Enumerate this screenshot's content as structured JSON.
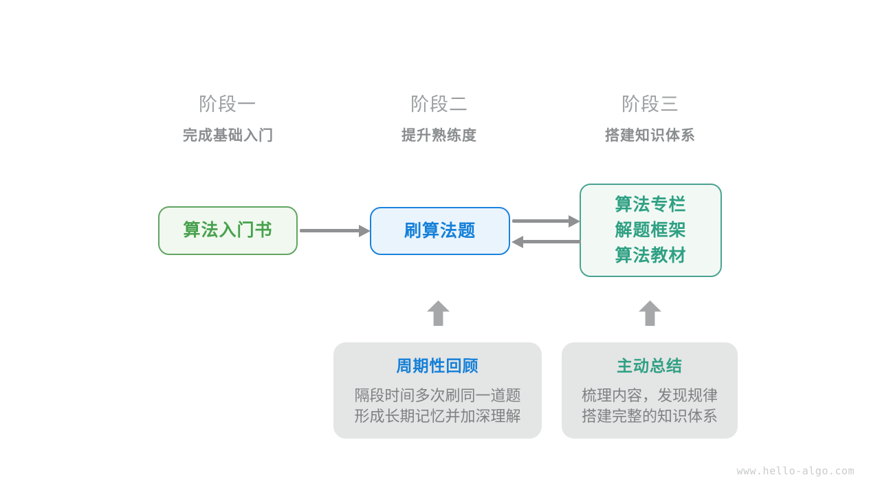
{
  "stages": [
    {
      "label": "阶段一",
      "subtitle": "完成基础入门"
    },
    {
      "label": "阶段二",
      "subtitle": "提升熟练度"
    },
    {
      "label": "阶段三",
      "subtitle": "搭建知识体系"
    }
  ],
  "nodes": [
    {
      "id": "algorithm-intro-book",
      "lines": [
        "算法入门书"
      ],
      "border": "#61a461",
      "text_color": "#47a14d",
      "bg": "#f1f8ef"
    },
    {
      "id": "practice-problems",
      "lines": [
        "刷算法题"
      ],
      "border": "#1b82dc",
      "text_color": "#1580d8",
      "bg": "#eaf4fd"
    },
    {
      "id": "knowledge-resources",
      "lines": [
        "算法专栏",
        "解题框架",
        "算法教材"
      ],
      "border": "#4aa290",
      "text_color": "#2fa083",
      "bg": "#f2f9f5"
    }
  ],
  "arrows": {
    "book_to_practice": "right",
    "practice_to_resources": "right",
    "resources_to_practice": "left",
    "line_color": "#8f9193",
    "up_arrow_color": "#a5a7a9"
  },
  "callouts": [
    {
      "title": "周期性回顾",
      "title_color": "#1580d8",
      "body_line1": "隔段时间多次刷同一道题",
      "body_line2": "形成长期记忆并加深理解"
    },
    {
      "title": "主动总结",
      "title_color": "#2fa083",
      "body_line1": "梳理内容，发现规律",
      "body_line2": "搭建完整的知识体系"
    }
  ],
  "watermark": "www.hello-algo.com",
  "palette": {
    "background": "#ffffff",
    "stage_label_gray": "#9c9fa1",
    "stage_subtitle_gray": "#8a8d8f",
    "callout_bg": "#e4e5e5",
    "body_text_gray": "#7e8183",
    "watermark_gray": "#c9cbcd"
  }
}
